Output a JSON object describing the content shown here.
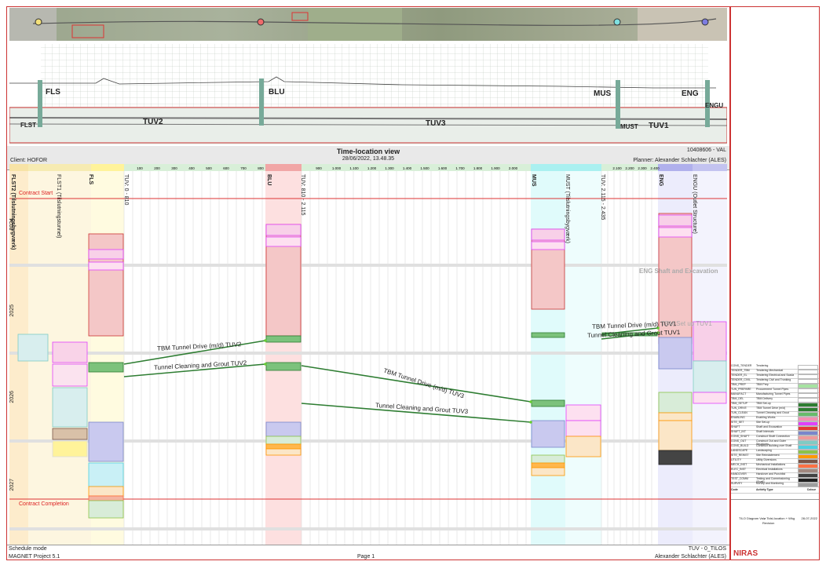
{
  "header": {
    "title": "Time-location view",
    "datetime": "28/06/2022, 13.48.35",
    "client": "Client: HOFOR",
    "planner": "Planner: Alexander Schlachter (ALES)",
    "project_code": "10408606 - VAL"
  },
  "footer": {
    "mode": "Schedule mode",
    "software": "MAGNET Project 5.1",
    "page": "Page 1",
    "view": "TUV - 0_TILOS",
    "author": "Alexander Schlachter (ALES)"
  },
  "profile_labels": {
    "fls": "FLS",
    "blu": "BLU",
    "mus": "MUS",
    "eng": "ENG",
    "engu": "ENGU",
    "flst": "FLST",
    "tuv2": "TUV2",
    "tuv3": "TUV3",
    "must": "MUST",
    "tuv1": "TUV1"
  },
  "chainage_ticks": [
    "100",
    "200",
    "300",
    "400",
    "500",
    "600",
    "700",
    "800",
    "900",
    "1.000",
    "1.100",
    "1.200",
    "1.300",
    "1.400",
    "1.500",
    "1.600",
    "1.700",
    "1.800",
    "1.900",
    "2.000",
    "2.100",
    "2.200",
    "2.300",
    "2.400"
  ],
  "columns": {
    "flst": "FLST2 (Tilslutningsbygværk)",
    "flst1": "FLST1 (Tilslutningstunnel)",
    "fls": "FLS",
    "tuv_a": "TUV: 0 - 810",
    "blu": "BLU",
    "tuv_b": "TUV: 810 - 2.115",
    "mus": "MUS",
    "must": "MUST (Tilslutningsbygværk)",
    "tuv_c": "TUV: 2.115 - 2.435",
    "eng": "ENG",
    "engu": "ENGU (Outlet Structure)"
  },
  "years": [
    "2024",
    "2025",
    "2026",
    "2027"
  ],
  "milestones": {
    "start": "Contract Start",
    "completion": "Contract Completion"
  },
  "annotations": {
    "tbm2": "TBM Tunnel Drive (m/d) TUV2",
    "clean2": "Tunnel Cleaning and Grout TUV2",
    "tbm3": "TBM Tunnel Drive (m/d) TUV3",
    "clean3": "Tunnel Cleaning and Grout TUV3",
    "tbm1": "TBM Tunnel Drive (m/d) TUV1",
    "clean1": "Tunnel Cleaning and Grout TUV1",
    "tbmsetup1": "TBM Set up TUV1",
    "engshaft": "ENG Shaft and Excavation"
  },
  "legend": {
    "headers": [
      "Code",
      "Activity Type",
      "Colour"
    ],
    "rows": [
      {
        "code": "CONS_TENDER",
        "act": "Tendering",
        "color": "#ffffff"
      },
      {
        "code": "TENDER_TBM",
        "act": "Tendering Mechanical",
        "color": "#ffffff"
      },
      {
        "code": "TENDER_EL",
        "act": "Tendering Electrical and Scada",
        "color": "#ffffff"
      },
      {
        "code": "TENDER_CIVIL",
        "act": "Tendering Civil and Trunking",
        "color": "#ffffff"
      },
      {
        "code": "TBM_PREP",
        "act": "TBM Prep",
        "color": "#a6e3a1"
      },
      {
        "code": "TUN_PREPARE",
        "act": "Procurement Tunnel Pipes",
        "color": "#ffffff"
      },
      {
        "code": "MANUFACT",
        "act": "Manufacturing Tunnel Pipes",
        "color": "#ffffff"
      },
      {
        "code": "TBM_DEL",
        "act": "TBM Delivery",
        "color": "#ffffff"
      },
      {
        "code": "TBM_SETUP",
        "act": "TBM Set-up",
        "color": "#2e7d32"
      },
      {
        "code": "TUN_DRIVE",
        "act": "TBM Tunnel Drive (m/d)",
        "color": "#2e7d32"
      },
      {
        "code": "TUN_CLEAN",
        "act": "Tunnel Cleaning and Grout",
        "color": "#66bb6a"
      },
      {
        "code": "ENABLING",
        "act": "Enabling Works",
        "color": "#f48fb1"
      },
      {
        "code": "SITE_SET",
        "act": "Site Set-up",
        "color": "#e040fb"
      },
      {
        "code": "SHAFT",
        "act": "Shaft and Excavation",
        "color": "#e53935"
      },
      {
        "code": "SHAFT_INT",
        "act": "Shaft Internals",
        "color": "#7986cb"
      },
      {
        "code": "CONS_SHAFT",
        "act": "Construct Shaft Connection",
        "color": "#ef9a9a"
      },
      {
        "code": "CONS_OUT",
        "act": "Construct Out and Outer Structures",
        "color": "#80cbc4"
      },
      {
        "code": "CONS_BUILD",
        "act": "Construct Building over Shaft",
        "color": "#4dd0e1"
      },
      {
        "code": "LANDSCAPE",
        "act": "Landscaping",
        "color": "#8bc34a"
      },
      {
        "code": "SITE_REINST",
        "act": "Site Reinstatement",
        "color": "#ff9800"
      },
      {
        "code": "UTILITY",
        "act": "Utility Diversions",
        "color": "#795548"
      },
      {
        "code": "MECH_INST",
        "act": "Mechanical Installations",
        "color": "#ff7043"
      },
      {
        "code": "ELEC_INST",
        "act": "Electrical Installations",
        "color": "#a1887f"
      },
      {
        "code": "HANDOVER",
        "act": "Handover and Punchlist",
        "color": "#424242"
      },
      {
        "code": "TEST_COMM",
        "act": "Testing and Commissioning (Shaft)",
        "color": "#212121"
      },
      {
        "code": "SURVEY",
        "act": "Survey and Monitoring",
        "color": "#9e9e9e"
      }
    ]
  },
  "title_block": {
    "drawing": "TILO Diagram Valø Tidsl-location + Wkg",
    "date": "28-07-2022",
    "revision": "Revision",
    "company": "NIRAS"
  }
}
